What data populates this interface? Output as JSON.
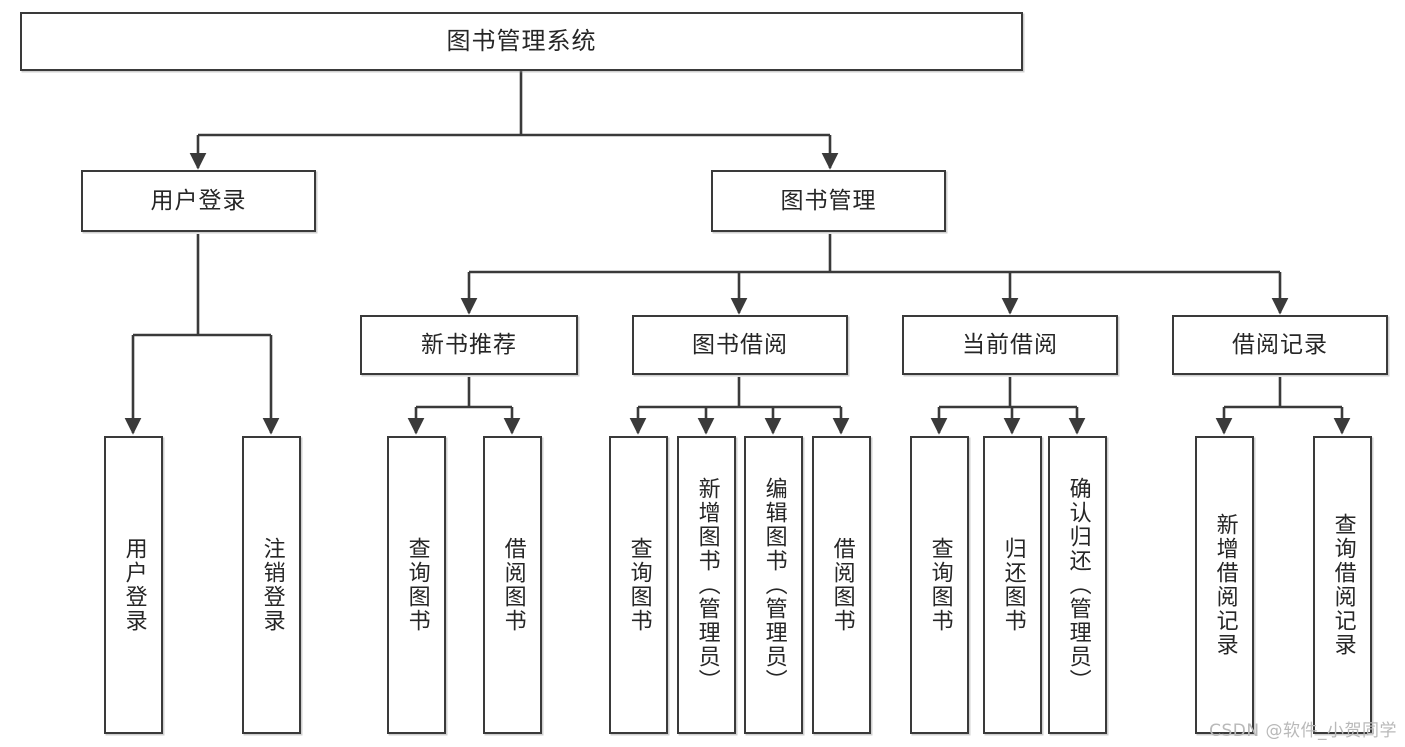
{
  "diagram": {
    "type": "tree",
    "title": "图书管理系统",
    "watermark": "CSDN @软件_小贺同学",
    "colors": {
      "box_border": "#3a3a3a",
      "box_fill": "#ffffff",
      "edge": "#3a3a3a",
      "text": "#262626",
      "watermark": "#b9b9b9"
    },
    "nodes": {
      "root": {
        "label": "图书管理系统",
        "orientation": "horizontal",
        "level": 0
      },
      "l1": [
        {
          "id": "user_login",
          "label": "用户登录",
          "orientation": "horizontal",
          "level": 1
        },
        {
          "id": "book_admin",
          "label": "图书管理",
          "orientation": "horizontal",
          "level": 1
        }
      ],
      "l2": [
        {
          "id": "new_book_rec",
          "label": "新书推荐",
          "orientation": "horizontal",
          "level": 2,
          "parent": "book_admin"
        },
        {
          "id": "book_borrow",
          "label": "图书借阅",
          "orientation": "horizontal",
          "level": 2,
          "parent": "book_admin"
        },
        {
          "id": "current_borrow",
          "label": "当前借阅",
          "orientation": "horizontal",
          "level": 2,
          "parent": "book_admin"
        },
        {
          "id": "borrow_record",
          "label": "借阅记录",
          "orientation": "horizontal",
          "level": 2,
          "parent": "book_admin"
        }
      ],
      "leaves": [
        {
          "id": "leaf_user_login",
          "label": "用户登录",
          "orientation": "vertical",
          "parent": "user_login"
        },
        {
          "id": "leaf_logout",
          "label": "注销登录",
          "orientation": "vertical",
          "parent": "user_login"
        },
        {
          "id": "leaf_query_book_1",
          "label": "查询图书",
          "orientation": "vertical",
          "parent": "new_book_rec"
        },
        {
          "id": "leaf_borrow_book_1",
          "label": "借阅图书",
          "orientation": "vertical",
          "parent": "new_book_rec"
        },
        {
          "id": "leaf_query_book_2",
          "label": "查询图书",
          "orientation": "vertical",
          "parent": "book_borrow"
        },
        {
          "id": "leaf_add_book",
          "label": "新增图书（管理员）",
          "orientation": "vertical",
          "parent": "book_borrow"
        },
        {
          "id": "leaf_edit_book",
          "label": "编辑图书（管理员）",
          "orientation": "vertical",
          "parent": "book_borrow"
        },
        {
          "id": "leaf_borrow_book_2",
          "label": "借阅图书",
          "orientation": "vertical",
          "parent": "book_borrow"
        },
        {
          "id": "leaf_query_book_3",
          "label": "查询图书",
          "orientation": "vertical",
          "parent": "current_borrow"
        },
        {
          "id": "leaf_return_book",
          "label": "归还图书",
          "orientation": "vertical",
          "parent": "current_borrow"
        },
        {
          "id": "leaf_confirm_return",
          "label": "确认归还（管理员）",
          "orientation": "vertical",
          "parent": "current_borrow"
        },
        {
          "id": "leaf_add_record",
          "label": "新增借阅记录",
          "orientation": "vertical",
          "parent": "borrow_record"
        },
        {
          "id": "leaf_query_record",
          "label": "查询借阅记录",
          "orientation": "vertical",
          "parent": "borrow_record"
        }
      ]
    }
  }
}
